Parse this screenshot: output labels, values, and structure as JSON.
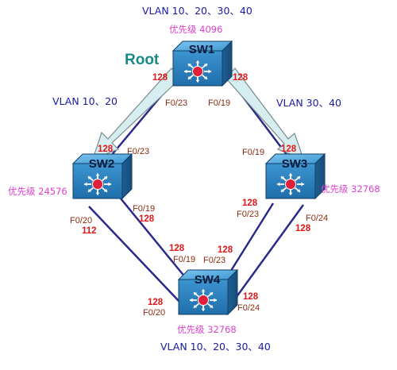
{
  "switches": {
    "sw1": {
      "name": "SW1",
      "priority": "优先级 4096",
      "vlans": "VLAN 10、20、30、40",
      "role": "Root"
    },
    "sw2": {
      "name": "SW2",
      "priority": "优先级 24576"
    },
    "sw3": {
      "name": "SW3",
      "priority": "优先级 32768"
    },
    "sw4": {
      "name": "SW4",
      "priority": "优先级 32768",
      "vlans": "VLAN 10、20、30、40"
    }
  },
  "arrows": {
    "left": {
      "label": "VLAN 10、20"
    },
    "right": {
      "label": "VLAN 30、40"
    }
  },
  "links": {
    "sw1_sw2": {
      "sw1_port": "F0/23",
      "sw1_cost": "128",
      "sw2_port": "F0/23",
      "sw2_cost": "128"
    },
    "sw1_sw3": {
      "sw1_port": "F0/19",
      "sw1_cost": "128",
      "sw3_port": "F0/19",
      "sw3_cost": "128"
    },
    "sw2_sw4": {
      "sw2_port": "F0/19",
      "sw2_cost": "128",
      "sw4_port": "F0/19",
      "sw4_cost": "128"
    },
    "sw2_sw4b": {
      "sw2_port": "F0/20",
      "sw2_cost": "112",
      "sw4_port": "F0/20",
      "sw4_cost": "128"
    },
    "sw3_sw4": {
      "sw3_port": "F0/23",
      "sw3_cost": "128",
      "sw4_port": "F0/23",
      "sw4_cost": "128"
    },
    "sw3_sw4b": {
      "sw3_port": "F0/24",
      "sw3_cost": "128",
      "sw4_port": "F0/24",
      "sw4_cost": "128"
    }
  },
  "colors": {
    "link": "#2a2a8a",
    "switch_body": "#2e86c8",
    "switch_dark": "#1b5f96",
    "arrow_fill": "#d6eef0",
    "arrow_stroke": "#7a8a90"
  }
}
